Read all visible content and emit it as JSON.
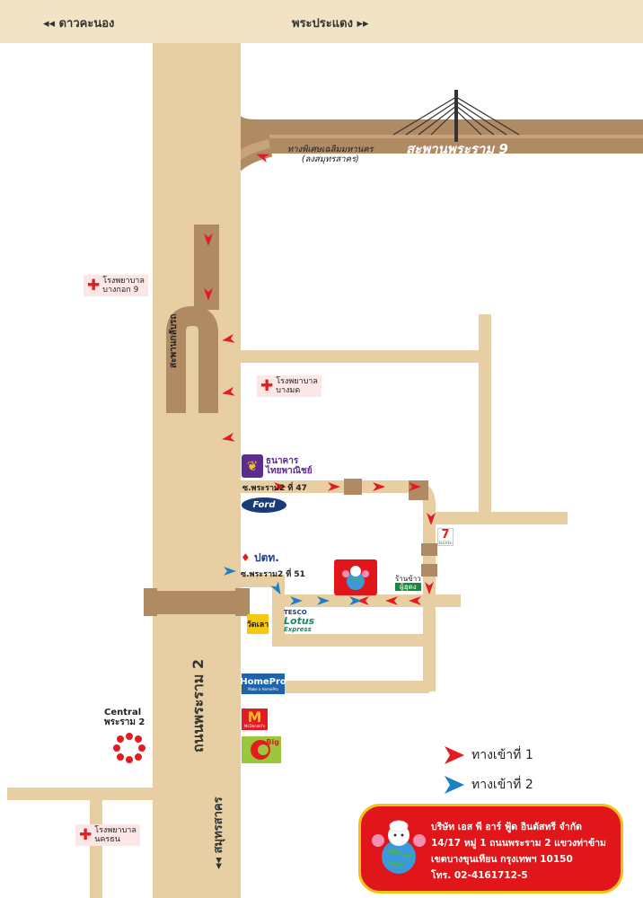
{
  "top_bar": {
    "left_road": "ดาวคะนอง",
    "right_road": "พระประแดง",
    "left_arrows": "◂◂",
    "right_arrows": "▸▸"
  },
  "bridge": {
    "name": "สะพานพระราม 9",
    "expressway_line1": "ทางพิเศษเฉลิมมหานคร",
    "expressway_line2": "(ลงสมุทรสาคร)"
  },
  "flyover": {
    "label": "สะพานกลับรถ"
  },
  "main_road": {
    "name": "ถนนพระราม 2",
    "direction": "สมุทรสาคร",
    "direction_arrows": "◂◂"
  },
  "hospitals": [
    {
      "line1": "โรงพยาบาล",
      "line2": "บางกอก 9"
    },
    {
      "line1": "โรงพยาบาล",
      "line2": "บางมด"
    },
    {
      "line1": "โรงพยาบาล",
      "line2": "นครธน"
    }
  ],
  "sois": {
    "soi47": "ซ.พระราม2 ที่ 47",
    "soi51": "ซ.พระราม2 ที่ 51"
  },
  "landmarks": {
    "bank_line1": "ธนาคาร",
    "bank_line2": "ไทยพาณิชย์",
    "ford": "Ford",
    "ptt": "ปตท.",
    "seven_eleven": "7",
    "seven_eleven_sub": "ELEVEn",
    "rice_shop_line1": "ร้านข้าว",
    "rice_shop_line2": "ผู้ฮุดง",
    "temple": "วัดเลา",
    "tesco_line1": "TESCO",
    "tesco_line2": "Lotus",
    "tesco_line3": "Express",
    "homepro": "HomePro",
    "homepro_sub": "Make a HomePro",
    "mcdonalds": "McDonald's",
    "big_c": "Big",
    "central_line1": "Central",
    "central_line2": "พระราม 2"
  },
  "legend": [
    {
      "label": "ทางเข้าที่ 1",
      "color": "#e31b23"
    },
    {
      "label": "ทางเข้าที่ 2",
      "color": "#1f7fc4"
    }
  ],
  "company": {
    "name": "บริษัท เอส พี อาร์ ฟู้ด อินดัสทรี จำกัด",
    "address1": "14/17 หมู่ 1 ถนนพระราม 2 แขวงท่าข้าม",
    "address2": "เขตบางขุนเทียน กรุงเทพฯ 10150",
    "phone": "โทร. 02-4161712-5"
  },
  "colors": {
    "road": "#e8cfa3",
    "road_dark": "#b08a63",
    "top_bar": "#f1e3c4",
    "red_arrow": "#e31b23",
    "blue_arrow": "#1f7fc4",
    "company_red": "#e0161a",
    "company_border": "#f3c21a"
  },
  "icons": {
    "hospital": "red-cross-icon",
    "bank": "scb-logo",
    "central": "central-logo"
  }
}
